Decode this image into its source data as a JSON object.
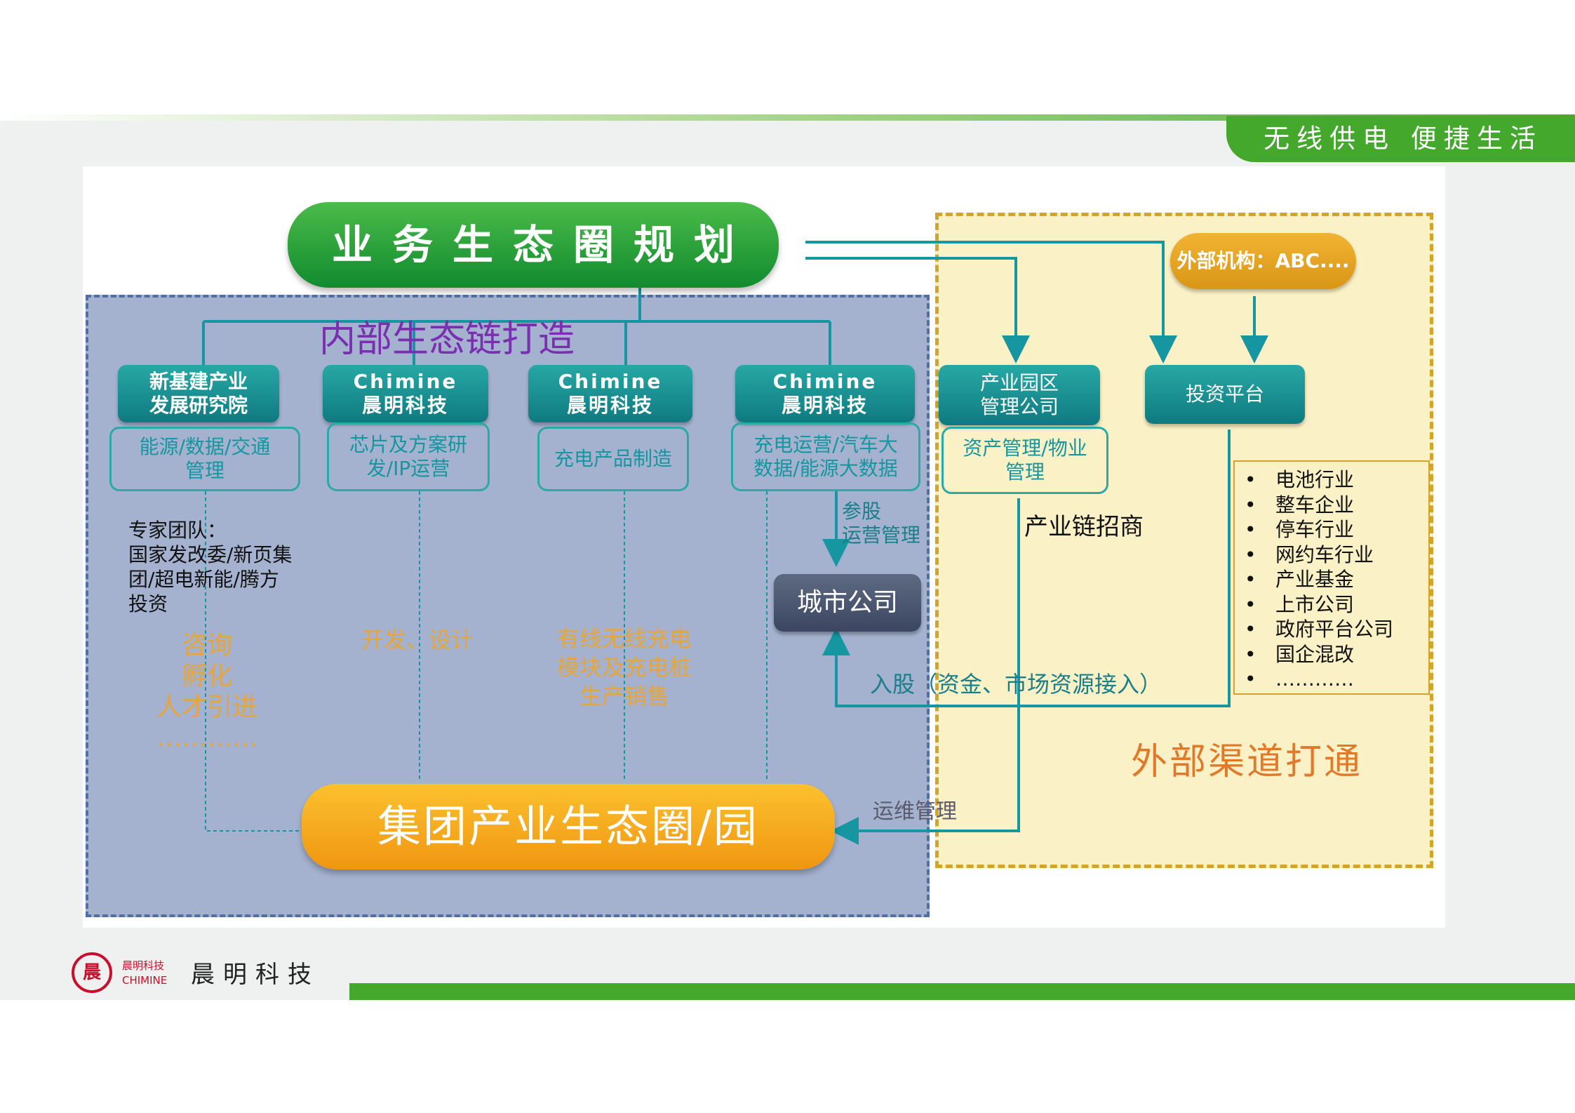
{
  "header": {
    "tagline": "无线供电  便捷生活"
  },
  "title": "业务生态圈规划",
  "internal": {
    "section_title": "内部生态链打造",
    "units": [
      {
        "name": "新基建产业\n发展研究院",
        "scope": "能源/数据/交通\n管理"
      },
      {
        "name": "Chimine\n晨明科技",
        "scope": "芯片及方案研\n发/IP运营"
      },
      {
        "name": "Chimine\n晨明科技",
        "scope": "充电产品制造"
      },
      {
        "name": "Chimine\n晨明科技",
        "scope": "充电运营/汽车大\n数据/能源大数据"
      }
    ],
    "expert_team": "专家团队：\n国家发改委/新页集\n团/超电新能/腾方\n投资",
    "functions": [
      "咨询\n孵化\n人才引进\n…………",
      "开发、设计",
      "有线无线充电\n模块及充电桩\n生产销售"
    ],
    "equity_note": "参股\n运营管理",
    "city_company": "城市公司",
    "group_park": "集团产业生态圈/园"
  },
  "external": {
    "section_title": "外部渠道打通",
    "park_company": "产业园区\n管理公司",
    "park_scope": "资产管理/物业\n管理",
    "investment_platform": "投资平台",
    "external_org": "外部机构：ABC....",
    "chain_investment": "产业链招商",
    "investment_note": "入股（资金、市场资源接入）",
    "ops_note": "运维管理",
    "industries": [
      "电池行业",
      "整车企业",
      "停车行业",
      "网约车行业",
      "产业基金",
      "上市公司",
      "政府平台公司",
      "国企混改",
      "…………"
    ]
  },
  "footer": {
    "brand": "晨明科技",
    "logo_cn": "晨明科技",
    "logo_en": "CHIMINE",
    "logo_mark": "晨"
  },
  "colors": {
    "green": "#43a82c",
    "teal": "#1596a0",
    "orange": "#f09612",
    "purple": "#7a2fb0",
    "gold": "#d2a52a"
  }
}
